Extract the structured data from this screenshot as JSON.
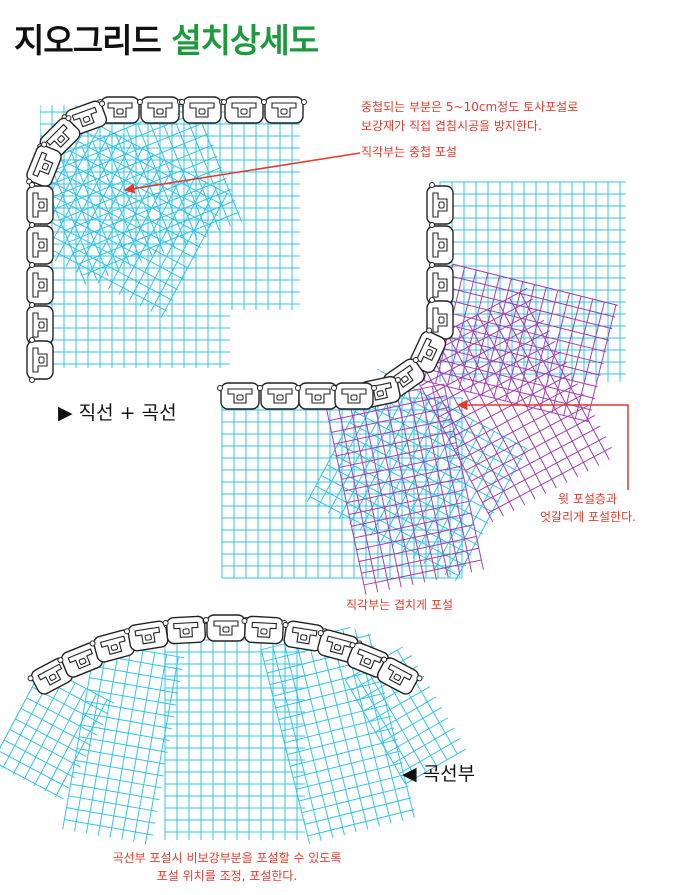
{
  "title": {
    "part1": "지오그리드",
    "part2": "설치상세도"
  },
  "labels": {
    "straight_curve": "▶ 직선 + 곡선",
    "curve_section": "◀ 곡선부"
  },
  "notes": {
    "overlap_line1": "중첩되는 부분은 5~10cm정도 토사포설로",
    "overlap_line2": "보강재가 직접 겹침시공을 방지한다.",
    "right_angle_overlap": "직각부는 중첩 포설",
    "upper_layer_line1": "윗 포설층과",
    "upper_layer_line2": "엇갈리게 포설한다.",
    "right_angle_cross": "직각부는 겹치게 포설",
    "curve_line1": "곡선부 포설시 비보강부분을 포설할 수 있도록",
    "curve_line2": "포설 위치를 조정, 포설한다."
  },
  "colors": {
    "grid_cyan": "#35c3e6",
    "grid_purple": "#a23fb0",
    "note_red": "#e23b2e",
    "title_green": "#1e9a3c"
  }
}
